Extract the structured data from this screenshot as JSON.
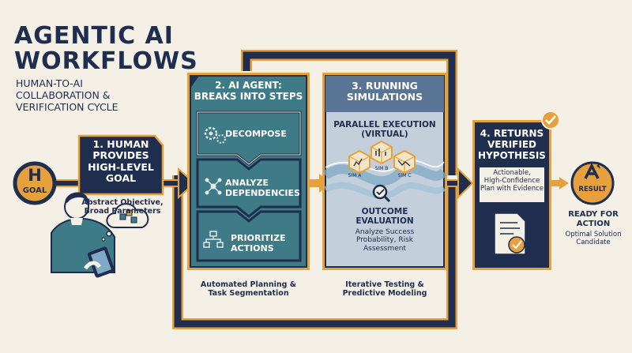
{
  "header": {
    "title_line1": "AGENTIC AI",
    "title_line2": "WORKFLOWS",
    "subtitle_line1": "HUMAN-TO-AI",
    "subtitle_line2": "COLLABORATION &",
    "subtitle_line3": "VERIFICATION CYCLE"
  },
  "goal_badge": {
    "letter": "H",
    "label": "GOAL"
  },
  "step1": {
    "title_line1": "1. HUMAN",
    "title_line2": "PROVIDES",
    "title_line3": "HIGH-LEVEL",
    "title_line4": "GOAL",
    "caption_line1": "Abstract Objective,",
    "caption_line2": "Broad Parameters"
  },
  "step2": {
    "title_line1": "2. AI AGENT:",
    "title_line2": "BREAKS INTO STEPS",
    "items": [
      "DECOMPOSE",
      "ANALYZE",
      "DEPENDENCIES",
      "PRIORITIZE",
      "ACTIONS"
    ],
    "caption_line1": "Automated Planning &",
    "caption_line2": "Task Segmentation"
  },
  "step3": {
    "title_line1": "3. RUNNING",
    "title_line2": "SIMULATIONS",
    "parallel_line1": "PARALLEL EXECUTION",
    "parallel_line2": "(VIRTUAL)",
    "sims": [
      "SIM A",
      "SIM B",
      "SIM C"
    ],
    "outcome_line1": "OUTCOME",
    "outcome_line2": "EVALUATION",
    "outcome_desc_line1": "Analyze Success",
    "outcome_desc_line2": "Probability, Risk",
    "outcome_desc_line3": "Assessment",
    "caption_line1": "Iterative Testing &",
    "caption_line2": "Predictive Modeling"
  },
  "step4": {
    "title_line1": "4. RETURNS",
    "title_line2": "VERIFIED",
    "title_line3": "HYPOTHESIS",
    "desc_line1": "Actionable,",
    "desc_line2": "High-Confidence",
    "desc_line3": "Plan with Evidence"
  },
  "result": {
    "badge_label": "RESULT",
    "title_line1": "READY FOR",
    "title_line2": "ACTION",
    "desc_line1": "Optimal Solution",
    "desc_line2": "Candidate"
  },
  "colors": {
    "navy": "#1f2d4e",
    "teal": "#3e7b86",
    "gold": "#e6a13c",
    "cream": "#f4f0e6",
    "slate": "#b9c5d2"
  }
}
